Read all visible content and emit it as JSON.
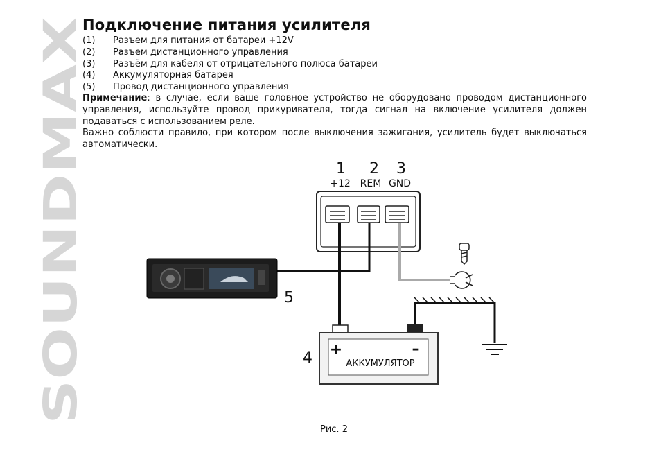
{
  "brand": "SOUNDMAX",
  "title": "Подключение питания усилителя",
  "legend": [
    {
      "num": "(1)",
      "text": "Разъем для питания от батареи +12V"
    },
    {
      "num": "(2)",
      "text": "Разъем дистанционного управления"
    },
    {
      "num": "(3)",
      "text": "Разъём для кабеля от отрицательного полюса батареи"
    },
    {
      "num": "(4)",
      "text": "Аккумуляторная батарея"
    },
    {
      "num": "(5)",
      "text": "Провод дистанционного управления"
    }
  ],
  "note": {
    "label": "Примечание",
    "text": ": в случае, если ваше головное устройство не оборудовано проводом дистанционного управления, используйте провод прикуривателя, тогда сигнал на включение усилителя должен подаваться с использованием реле."
  },
  "rule": "Важно соблюсти правило, при котором после выключения зажигания, усилитель будет выключаться автоматически.",
  "diagram": {
    "terminal_numbers": [
      "1",
      "2",
      "3"
    ],
    "terminal_labels": [
      "+12",
      "REM",
      "GND"
    ],
    "wire_label": "5",
    "battery_label": "4",
    "battery_text": "АККУМУЛЯТОР",
    "battery_plus": "+",
    "battery_minus": "–"
  },
  "caption": "Рис. 2"
}
